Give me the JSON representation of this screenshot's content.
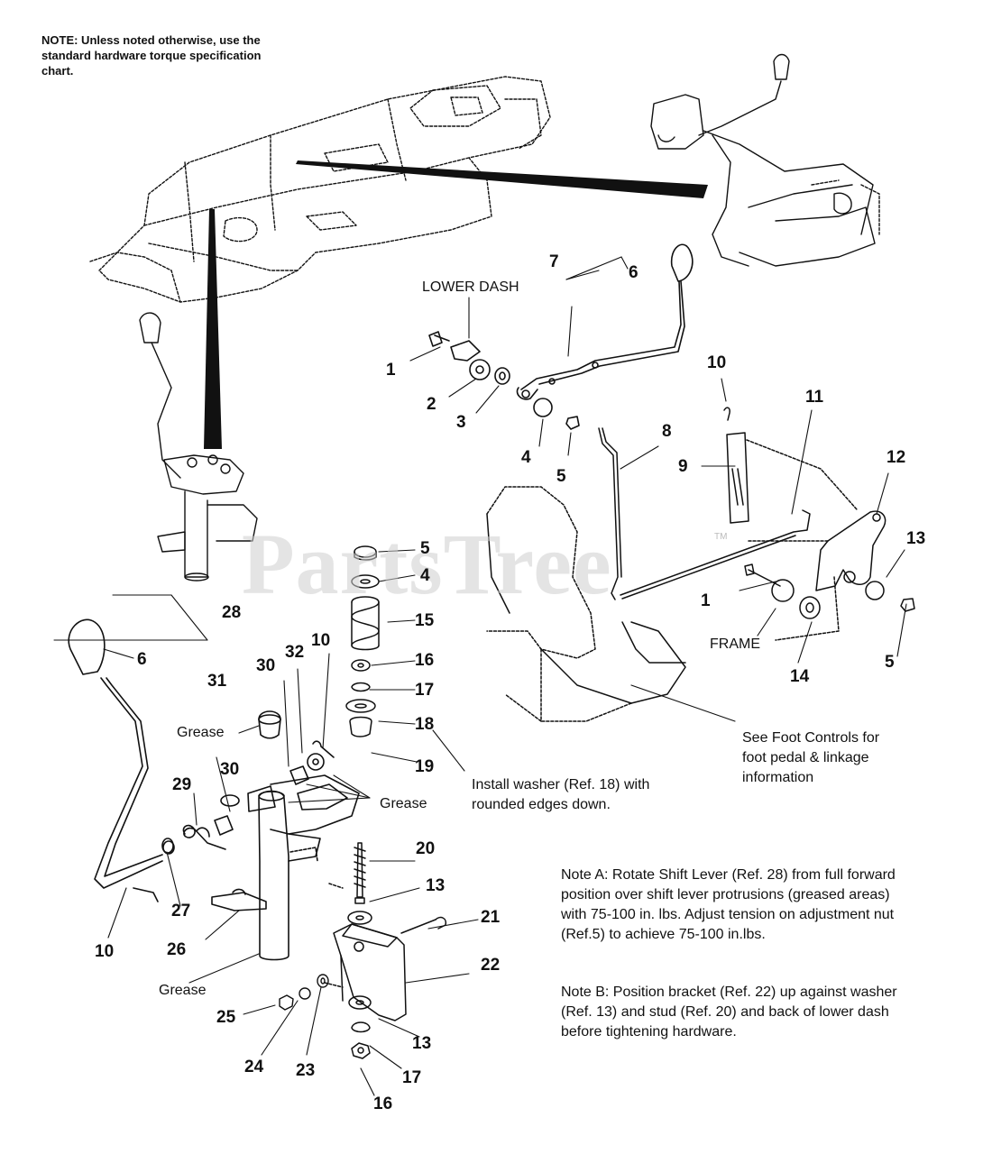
{
  "header_note": "NOTE: Unless noted otherwise, use the standard hardware torque specification chart.",
  "watermark": "PartsTree",
  "trademark": "TM",
  "callouts": {
    "lower_dash": "LOWER DASH",
    "frame": "FRAME",
    "grease": "Grease",
    "install_washer": "Install washer (Ref. 18) with rounded edges down.",
    "foot_controls": "See Foot Controls for foot pedal & linkage information"
  },
  "notes": {
    "note_a": "Note A: Rotate Shift Lever (Ref. 28) from full forward position over shift lever protrusions (greased areas) with 75-100 in. lbs.  Adjust tension on adjustment nut (Ref.5) to achieve 75-100 in.lbs.",
    "note_b": "Note B: Position bracket (Ref. 22) up against washer (Ref. 13) and stud (Ref. 20) and back of lower dash before tightening hardware."
  },
  "part_refs": [
    "1",
    "2",
    "3",
    "4",
    "5",
    "6",
    "7",
    "8",
    "9",
    "10",
    "11",
    "12",
    "13",
    "14",
    "15",
    "16",
    "17",
    "18",
    "19",
    "20",
    "21",
    "22",
    "23",
    "24",
    "25",
    "26",
    "27",
    "28",
    "29",
    "30",
    "31",
    "32"
  ]
}
